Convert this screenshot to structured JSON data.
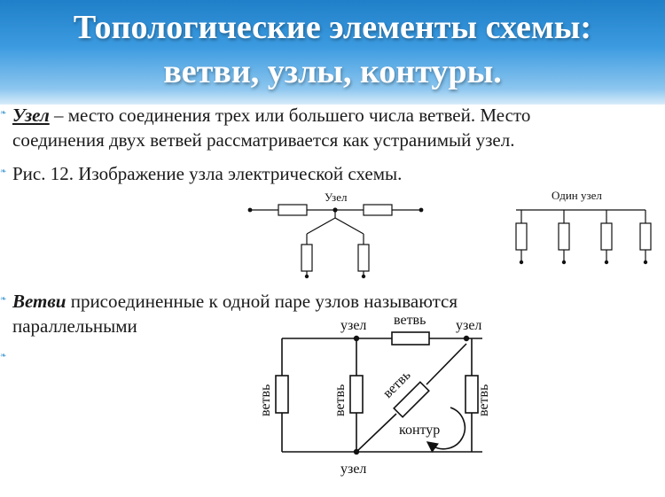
{
  "slide": {
    "title_line1": "Топологические элементы схемы:",
    "title_line2": "ветви, узлы, контуры."
  },
  "paragraph1": {
    "term": "Узел",
    "text_line1": " – место соединения трех или большего числа ветвей. Место",
    "text_line2": "соединения двух ветвей рассматривается как устранимый узел."
  },
  "paragraph2": {
    "text": "Рис. 12. Изображение узла электрической схемы."
  },
  "figure_node": {
    "label_node": "Узел",
    "label_one_node": "Один узел"
  },
  "paragraph3": {
    "term": "Ветви",
    "text_line1": " присоединенные к одной паре узлов называются",
    "text_line2": "параллельными"
  },
  "figure_circuit": {
    "label_node_top_left": "узел",
    "label_node_top_right": "узел",
    "label_node_bottom": "узел",
    "label_branch_top": "ветвь",
    "label_branch_left": "ветвь",
    "label_branch_middle": "ветвь",
    "label_branch_diagonal": "ветвь",
    "label_branch_right": "ветвь",
    "label_loop": "контур"
  },
  "colors": {
    "header_top": "#1f7fc8",
    "header_bottom": "#d8ecfa",
    "bullet": "#5aa5d8"
  }
}
